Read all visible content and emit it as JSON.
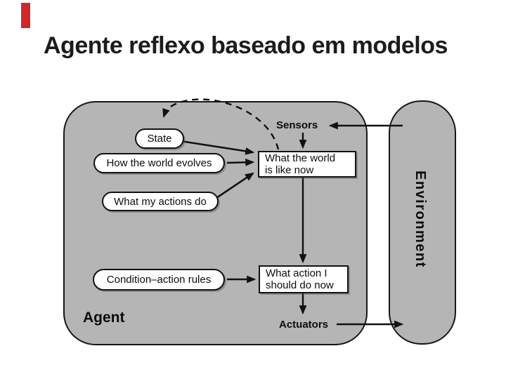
{
  "slide": {
    "title": "Agente reflexo baseado em modelos",
    "accent_color": "#cc2a2a"
  },
  "diagram": {
    "agent_label": "Agent",
    "environment_label": "Environment",
    "sensors_label": "Sensors",
    "actuators_label": "Actuators",
    "nodes": {
      "state": {
        "label": "State"
      },
      "world_evolves": {
        "label": "How the world evolves"
      },
      "my_actions": {
        "label": "What my actions do"
      },
      "condition_rules": {
        "label": "Condition–action rules"
      },
      "world_now": {
        "line1": "What the world",
        "line2": "is like now"
      },
      "action_now": {
        "line1": "What action I",
        "line2": "should do now"
      }
    },
    "colors": {
      "box_fill": "#b5b5b5",
      "node_fill": "#ffffff",
      "line": "#111111"
    }
  }
}
